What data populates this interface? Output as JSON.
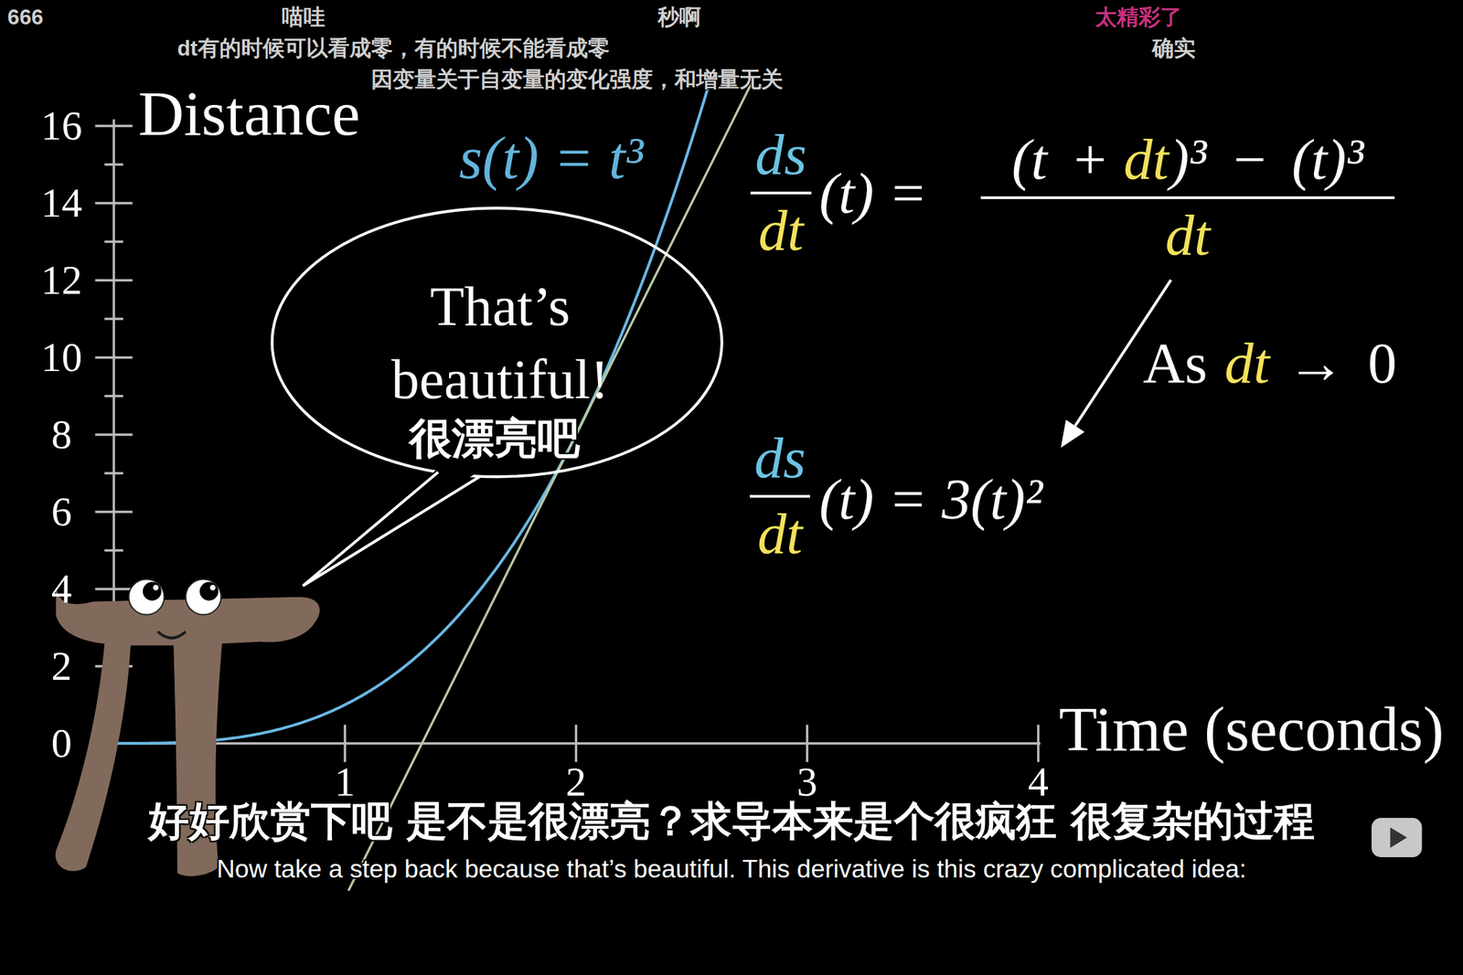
{
  "diagram": {
    "nodes": [
      {
        "text": [
          "That’s beautiful!",
          "很漂亮吧"
        ]
      }
    ],
    "labels": [
      "666",
      "喵哇",
      "秒啊",
      "太精彩了",
      "dt有的时候可以看成零，有的时候不能看成零",
      "确实",
      "因变量关于自变量的变化强度，和增量无关",
      "Distance",
      "16",
      "14",
      "12",
      "10",
      "8",
      "6",
      "4",
      "2",
      "0",
      "s(t) = t³",
      "ds",
      "dt",
      "(t) =",
      "(t +",
      "dt",
      ")³ − (t)³",
      "dt",
      "As",
      "dt",
      "→ 0",
      "ds",
      "dt",
      "(t) = 3(t)²",
      "1",
      "2",
      "3",
      "4",
      "Time (seconds)",
      "好好欣赏下吧 是不是很漂亮？求导本来是个很疯狂 很复杂的过程",
      "Now take a step back because that’s beautiful. This derivative is this crazy complicated idea:"
    ]
  }
}
